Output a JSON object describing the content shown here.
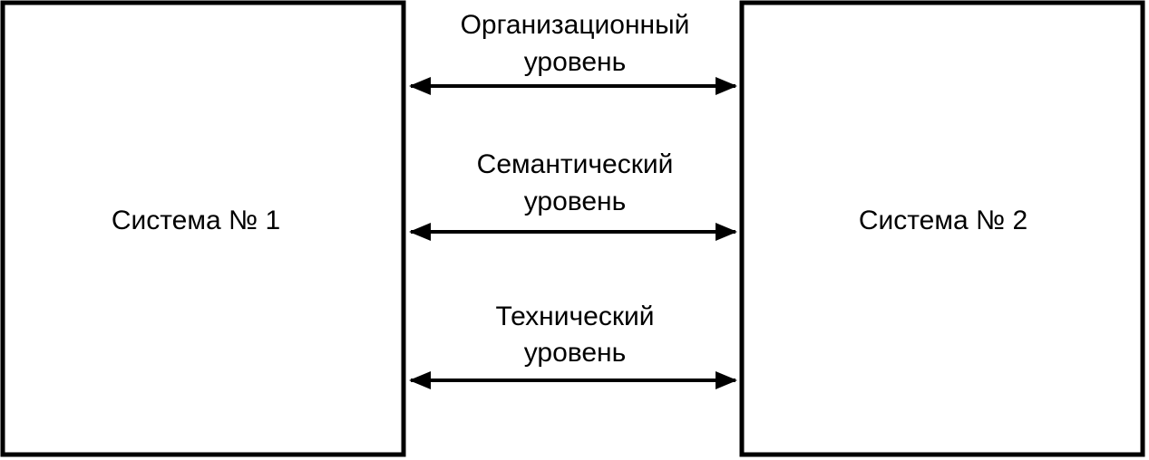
{
  "diagram": {
    "left_system": {
      "label": "Система № 1"
    },
    "right_system": {
      "label": "Система № 2"
    },
    "levels": [
      {
        "line1": "Организационный",
        "line2": "уровень"
      },
      {
        "line1": "Семантический",
        "line2": "уровень"
      },
      {
        "line1": "Технический",
        "line2": "уровень"
      }
    ],
    "colors": {
      "stroke": "#000000",
      "background": "#ffffff"
    }
  }
}
